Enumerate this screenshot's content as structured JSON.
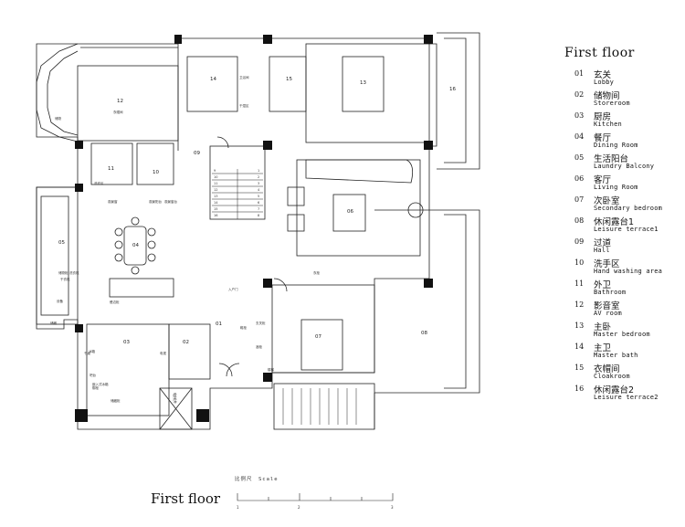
{
  "plan": {
    "room_numbers": [
      "01",
      "02",
      "03",
      "04",
      "05",
      "06",
      "07",
      "08",
      "09",
      "10",
      "11",
      "12",
      "13",
      "14",
      "15",
      "16"
    ],
    "stair_steps": [
      "1",
      "2",
      "3",
      "4",
      "5",
      "6",
      "7",
      "8",
      "9",
      "10",
      "11",
      "12",
      "13",
      "14",
      "15",
      "16"
    ],
    "annotations": {
      "a1": "衣帽间",
      "a2": "卫浴间",
      "a3": "干湿区",
      "a4": "洗衣区",
      "a5": "观景阳台",
      "a6": "储物",
      "a7": "观景窗",
      "a8": "储物柜",
      "a9": "洗衣机",
      "a10": "干衣机",
      "a11": "设备",
      "a12": "储藏",
      "a13": "冰箱",
      "a14": "餐边柜",
      "a15": "入户门",
      "a16": "鞋柜",
      "a17": "酒柜",
      "a18": "楼梯",
      "a19": "衣柜",
      "a20": "玄关柜",
      "a21": "电视",
      "a22": "观景窗台",
      "a23": "吧台",
      "a24": "书桌",
      "a25": "储藏柜",
      "a26": "嵌入式冰箱",
      "a27": "橱柜"
    },
    "elevator_text": "电梯井"
  },
  "legend": {
    "title": "First floor",
    "items": [
      {
        "num": "01",
        "cn": "玄关",
        "en": "Lobby"
      },
      {
        "num": "02",
        "cn": "储物间",
        "en": "Storeroom"
      },
      {
        "num": "03",
        "cn": "厨房",
        "en": "Kitchen"
      },
      {
        "num": "04",
        "cn": "餐厅",
        "en": "Dining Room"
      },
      {
        "num": "05",
        "cn": "生活阳台",
        "en": "Laundry Balcony"
      },
      {
        "num": "06",
        "cn": "客厅",
        "en": "Living Room"
      },
      {
        "num": "07",
        "cn": "次卧室",
        "en": "Secondary bedroom"
      },
      {
        "num": "08",
        "cn": "休闲露台1",
        "en": "Leisure terrace1"
      },
      {
        "num": "09",
        "cn": "过道",
        "en": "Hall"
      },
      {
        "num": "10",
        "cn": "洗手区",
        "en": "Hand washing area"
      },
      {
        "num": "11",
        "cn": "外卫",
        "en": "Bathroom"
      },
      {
        "num": "12",
        "cn": "影音室",
        "en": "AV room"
      },
      {
        "num": "13",
        "cn": "主卧",
        "en": "Master bedroom"
      },
      {
        "num": "14",
        "cn": "主卫",
        "en": "Master bath"
      },
      {
        "num": "15",
        "cn": "衣帽间",
        "en": "Cloakroom"
      },
      {
        "num": "16",
        "cn": "休闲露台2",
        "en": "Leisure terrace2"
      }
    ]
  },
  "footer": {
    "title": "First floor",
    "scale_label": "比例尺　Scale",
    "scale_ticks": [
      "1",
      "2",
      "3"
    ]
  }
}
